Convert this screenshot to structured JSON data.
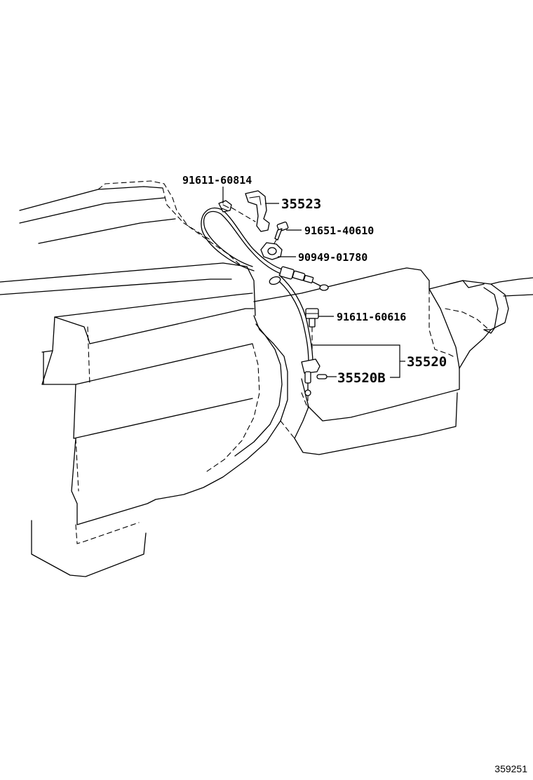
{
  "diagram": {
    "figure_id": "359251",
    "parts": [
      {
        "part_number": "91611-60814"
      },
      {
        "part_number": "35523"
      },
      {
        "part_number": "91651-40610"
      },
      {
        "part_number": "90949-01780"
      },
      {
        "part_number": "91611-60616"
      },
      {
        "part_number": "35520"
      },
      {
        "part_number": "35520B"
      }
    ]
  }
}
